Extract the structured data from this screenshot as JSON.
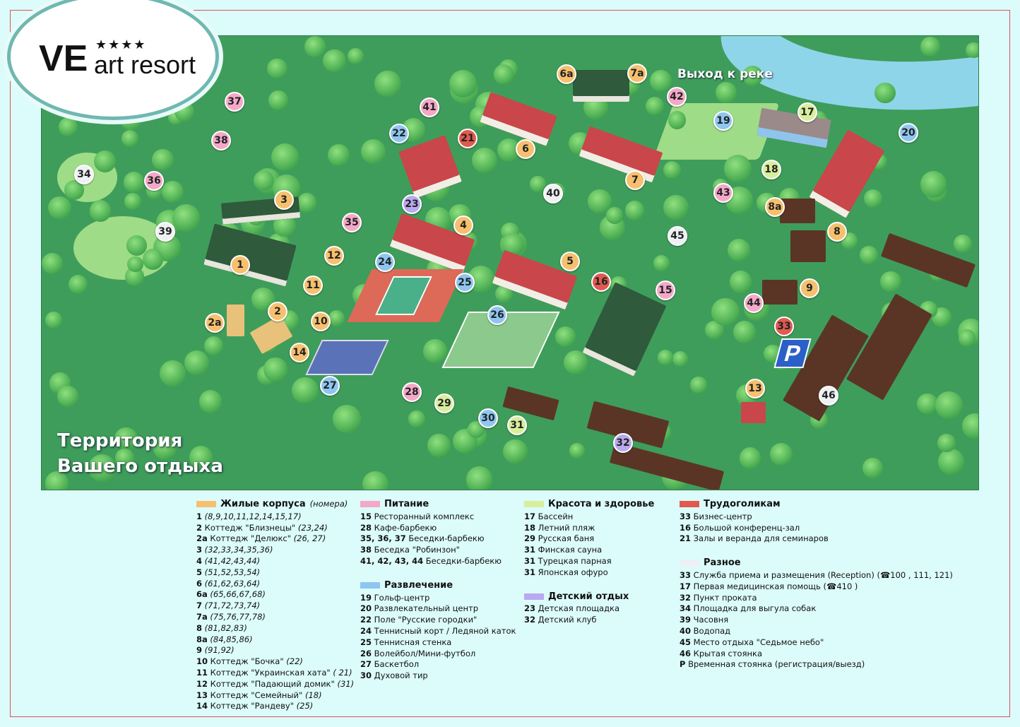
{
  "logo": {
    "brand": "VE",
    "stars": "★★★★",
    "name": "art resort"
  },
  "map": {
    "title_line1": "Территория",
    "title_line2": "Вашего отдыха",
    "river_label": "Выход к реке",
    "parking": "P",
    "markers": [
      "6а",
      "7а",
      "37",
      "41",
      "42",
      "19",
      "17",
      "20",
      "22",
      "21",
      "6",
      "38",
      "34",
      "36",
      "3",
      "18",
      "7",
      "40",
      "43",
      "8а",
      "23",
      "35",
      "4",
      "39",
      "45",
      "8",
      "1",
      "12",
      "24",
      "5",
      "11",
      "25",
      "16",
      "15",
      "9",
      "44",
      "26",
      "2",
      "10",
      "2а",
      "33",
      "14",
      "27",
      "28",
      "29",
      "13",
      "46",
      "30",
      "31",
      "32"
    ]
  },
  "colors": {
    "residential": "#f6c06e",
    "food": "#f4a8c8",
    "entertainment": "#8ec6f0",
    "health": "#d8ee9c",
    "work": "#e05a50",
    "kids": "#b9a9ee",
    "misc": "#eef0f4"
  },
  "legend": {
    "residential": {
      "title": "Жилые корпуса",
      "subtitle": "(номера)",
      "items": [
        {
          "n": "1",
          "t": "",
          "r": "(8,9,10,11,12,14,15,17)"
        },
        {
          "n": "2",
          "t": "Коттедж \"Близнецы\"",
          "r": "(23,24)"
        },
        {
          "n": "2а",
          "t": "Коттедж \"Делюкс\"",
          "r": "(26, 27)"
        },
        {
          "n": "3",
          "t": "",
          "r": "(32,33,34,35,36)"
        },
        {
          "n": "4",
          "t": "",
          "r": "(41,42,43,44)"
        },
        {
          "n": "5",
          "t": "",
          "r": "(51,52,53,54)"
        },
        {
          "n": "6",
          "t": "",
          "r": "(61,62,63,64)"
        },
        {
          "n": "6а",
          "t": "",
          "r": "(65,66,67,68)"
        },
        {
          "n": "7",
          "t": "",
          "r": "(71,72,73,74)"
        },
        {
          "n": "7а",
          "t": "",
          "r": "(75,76,77,78)"
        },
        {
          "n": "8",
          "t": "",
          "r": "(81,82,83)"
        },
        {
          "n": "8а",
          "t": "",
          "r": "(84,85,86)"
        },
        {
          "n": "9",
          "t": "",
          "r": "(91,92)"
        },
        {
          "n": "10",
          "t": "Коттедж \"Бочка\"",
          "r": "(22)"
        },
        {
          "n": "11",
          "t": "Коттедж \"Украинская хата\"",
          "r": "( 21)"
        },
        {
          "n": "12",
          "t": "Коттедж \"Падающий домик\"",
          "r": "(31)"
        },
        {
          "n": "13",
          "t": "Коттедж \"Семейный\"",
          "r": "(18)"
        },
        {
          "n": "14",
          "t": "Коттедж \"Рандеву\"",
          "r": "(25)"
        }
      ]
    },
    "food": {
      "title": "Питание",
      "items": [
        {
          "n": "15",
          "t": "Ресторанный комплекс"
        },
        {
          "n": "28",
          "t": "Кафе-барбекю"
        },
        {
          "n": "35, 36, 37",
          "t": "Беседки-барбекю"
        },
        {
          "n": "38",
          "t": "Беседка \"Робинзон\""
        },
        {
          "n": "41, 42, 43, 44",
          "t": "Беседки-барбекю"
        }
      ]
    },
    "entertainment": {
      "title": "Развлечение",
      "items": [
        {
          "n": "19",
          "t": "Гольф-центр"
        },
        {
          "n": "20",
          "t": "Развлекательный центр"
        },
        {
          "n": "22",
          "t": "Поле \"Русские городки\""
        },
        {
          "n": "24",
          "t": "Теннисный  корт / Ледяной каток"
        },
        {
          "n": "25",
          "t": "Теннисная стенка"
        },
        {
          "n": "26",
          "t": "Волейбол/Мини-футбол"
        },
        {
          "n": "27",
          "t": "Баскетбол"
        },
        {
          "n": "30",
          "t": "Духовой тир"
        }
      ]
    },
    "health": {
      "title": "Красота и здоровье",
      "items": [
        {
          "n": "17",
          "t": "Бассейн"
        },
        {
          "n": "18",
          "t": "Летний пляж"
        },
        {
          "n": "29",
          "t": "Русская баня"
        },
        {
          "n": "31",
          "t": "Финская сауна"
        },
        {
          "n": "31",
          "t": "Турецкая парная"
        },
        {
          "n": "31",
          "t": "Японская офуро"
        }
      ]
    },
    "kids": {
      "title": "Детский отдых",
      "items": [
        {
          "n": "23",
          "t": "Детская площадка"
        },
        {
          "n": "32",
          "t": "Детский клуб"
        }
      ]
    },
    "work": {
      "title": "Трудоголикам",
      "items": [
        {
          "n": "33",
          "t": "Бизнес-центр"
        },
        {
          "n": "16",
          "t": "Большой конференц-зал"
        },
        {
          "n": "21",
          "t": "Залы и веранда  для семинаров"
        }
      ]
    },
    "misc": {
      "title": "Разное",
      "items": [
        {
          "n": "33",
          "t": "Служба приема и размещения (Reception) (☎100 , 111, 121)"
        },
        {
          "n": "17",
          "t": "Первая медицинская помощь (☎410 )"
        },
        {
          "n": "32",
          "t": "Пункт проката"
        },
        {
          "n": "34",
          "t": "Площадка для выгула собак"
        },
        {
          "n": "39",
          "t": "Часовня"
        },
        {
          "n": "40",
          "t": "Водопад"
        },
        {
          "n": "45",
          "t": "Место отдыха \"Седьмое небо\""
        },
        {
          "n": "46",
          "t": "Крытая стоянка"
        },
        {
          "n": "P",
          "t": "Временная стоянка (регистрация/выезд)"
        }
      ]
    }
  }
}
